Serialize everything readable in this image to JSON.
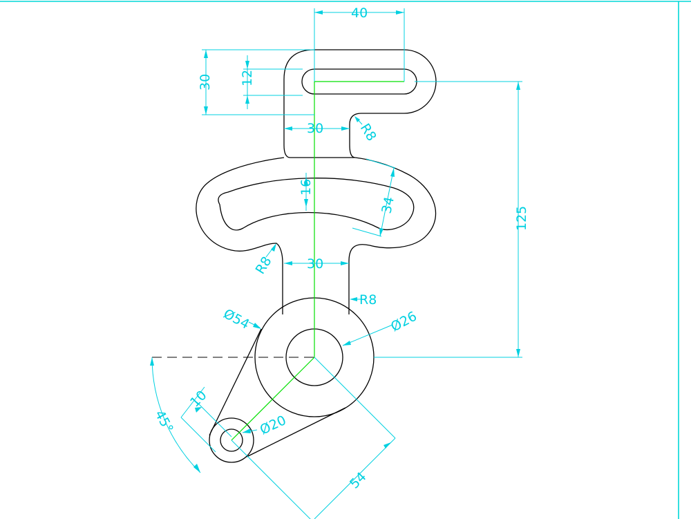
{
  "drawing": {
    "dimensions": {
      "width_40": "40",
      "height_30": "30",
      "slot_12": "12",
      "neck_top_30": "30",
      "radius_top": "R8",
      "arc_slot_16": "16",
      "arc_width_34": "34",
      "radius_left": "R8",
      "neck_bottom_30": "30",
      "radius_right": "R8",
      "dia_54": "Ø54",
      "dia_26": "Ø26",
      "length_125": "125",
      "lug_10": "10",
      "dia_20": "Ø20",
      "angle_45": "45°",
      "length_54": "54"
    }
  }
}
